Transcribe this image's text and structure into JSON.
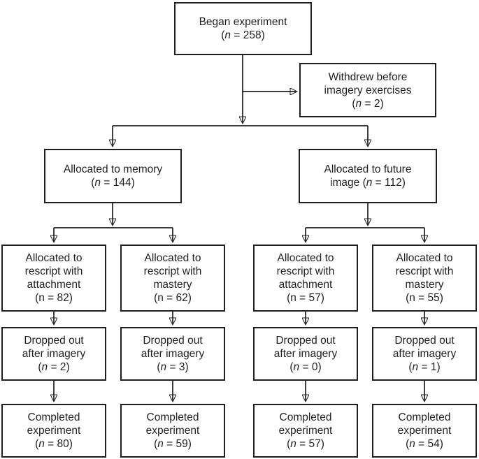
{
  "figure": {
    "background_color": "#ffffff",
    "line_color": "#231f20"
  },
  "nodes": {
    "began": {
      "lines": [
        "Began experiment"
      ],
      "n": {
        "pre": "(",
        "sym": "n",
        "post": " = 258)"
      },
      "n_class": "n-italic"
    },
    "withdrew": {
      "lines": [
        "Withdrew before",
        "imagery exercises"
      ],
      "n": {
        "pre": "(",
        "sym": "n",
        "post": " = 2)"
      },
      "n_class": "n-italic"
    },
    "memory": {
      "lines": [
        "Allocated to memory"
      ],
      "n": {
        "pre": "(",
        "sym": "n",
        "post": " = 144)"
      },
      "n_class": "n-italic"
    },
    "future": {
      "lines": [
        "Allocated to future"
      ],
      "n": {
        "pre": "image (",
        "sym": "n",
        "post": " = 112)"
      },
      "n_class": "n-italic"
    },
    "mem_attach": {
      "lines": [
        "Allocated to",
        "rescript with",
        "attachment"
      ],
      "n": {
        "pre": "(",
        "sym": "n",
        "post": " = 82)"
      },
      "n_class": "n-upright"
    },
    "mem_mastery": {
      "lines": [
        "Allocated to",
        "rescript with",
        "mastery"
      ],
      "n": {
        "pre": "(",
        "sym": "n",
        "post": " = 62)"
      },
      "n_class": "n-upright"
    },
    "fut_attach": {
      "lines": [
        "Allocated to",
        "rescript with",
        "attachment"
      ],
      "n": {
        "pre": "(",
        "sym": "n",
        "post": " = 57)"
      },
      "n_class": "n-upright"
    },
    "fut_mastery": {
      "lines": [
        "Allocated to",
        "rescript with",
        "mastery"
      ],
      "n": {
        "pre": "(",
        "sym": "n",
        "post": " = 55)"
      },
      "n_class": "n-upright"
    },
    "drop_mem_attach": {
      "lines": [
        "Dropped out",
        "after imagery"
      ],
      "n": {
        "pre": "(",
        "sym": "n",
        "post": " = 2)"
      },
      "n_class": "n-italic"
    },
    "drop_mem_mastery": {
      "lines": [
        "Dropped out",
        "after imagery"
      ],
      "n": {
        "pre": "(",
        "sym": "n",
        "post": " = 3)"
      },
      "n_class": "n-italic"
    },
    "drop_fut_attach": {
      "lines": [
        "Dropped out",
        "after imagery"
      ],
      "n": {
        "pre": "(",
        "sym": "n",
        "post": " = 0)"
      },
      "n_class": "n-italic"
    },
    "drop_fut_mastery": {
      "lines": [
        "Dropped out",
        "after imagery"
      ],
      "n": {
        "pre": "(",
        "sym": "n",
        "post": " = 1)"
      },
      "n_class": "n-italic"
    },
    "comp_mem_attach": {
      "lines": [
        "Completed",
        "experiment"
      ],
      "n": {
        "pre": "(",
        "sym": "n",
        "post": " = 80)"
      },
      "n_class": "n-italic"
    },
    "comp_mem_mastery": {
      "lines": [
        "Completed",
        "experiment"
      ],
      "n": {
        "pre": "(",
        "sym": "n",
        "post": " = 59)"
      },
      "n_class": "n-italic"
    },
    "comp_fut_attach": {
      "lines": [
        "Completed",
        "experiment"
      ],
      "n": {
        "pre": "(",
        "sym": "n",
        "post": " = 57)"
      },
      "n_class": "n-italic"
    },
    "comp_fut_mastery": {
      "lines": [
        "Completed",
        "experiment"
      ],
      "n": {
        "pre": "(",
        "sym": "n",
        "post": " = 54)"
      },
      "n_class": "n-italic"
    }
  }
}
